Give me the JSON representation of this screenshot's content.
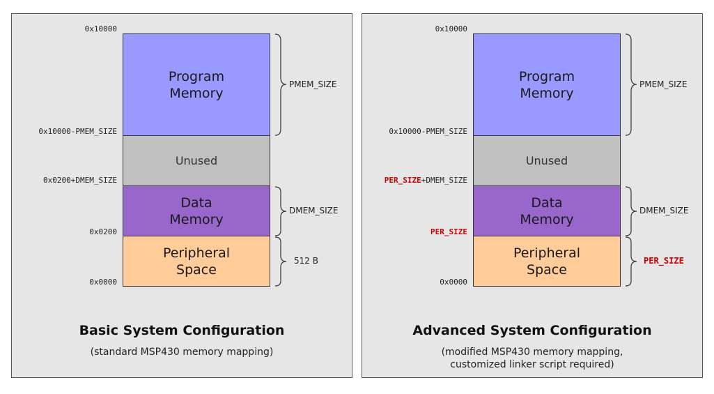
{
  "left": {
    "title": "Basic System Configuration",
    "subtitle": "(standard MSP430 memory mapping)",
    "blocks": {
      "program": "Program\nMemory",
      "unused": "Unused",
      "data": "Data\nMemory",
      "peripheral": "Peripheral\nSpace"
    },
    "addresses": {
      "top": "0x10000",
      "pmem_base": "0x10000-PMEM_SIZE",
      "dmem_top": "0x0200+DMEM_SIZE",
      "dmem_base": "0x0200",
      "bottom": "0x0000"
    },
    "sizes": {
      "pmem": "PMEM_SIZE",
      "dmem": "DMEM_SIZE",
      "per": "512 B"
    }
  },
  "right": {
    "title": "Advanced System Configuration",
    "subtitle": "(modified MSP430 memory mapping,\ncustomized linker script required)",
    "blocks": {
      "program": "Program\nMemory",
      "unused": "Unused",
      "data": "Data\nMemory",
      "peripheral": "Peripheral\nSpace"
    },
    "addresses": {
      "top": "0x10000",
      "pmem_base": "0x10000-PMEM_SIZE",
      "dmem_top_red": "PER_SIZE",
      "dmem_top_rest": "+DMEM_SIZE",
      "dmem_base": "PER_SIZE",
      "bottom": "0x0000"
    },
    "sizes": {
      "pmem": "PMEM_SIZE",
      "dmem": "DMEM_SIZE",
      "per": "PER_SIZE"
    }
  },
  "colors": {
    "program": "#9999ff",
    "unused": "#c0c0c0",
    "data": "#9966cc",
    "peripheral": "#ffcc99",
    "highlight": "#cc0000"
  }
}
